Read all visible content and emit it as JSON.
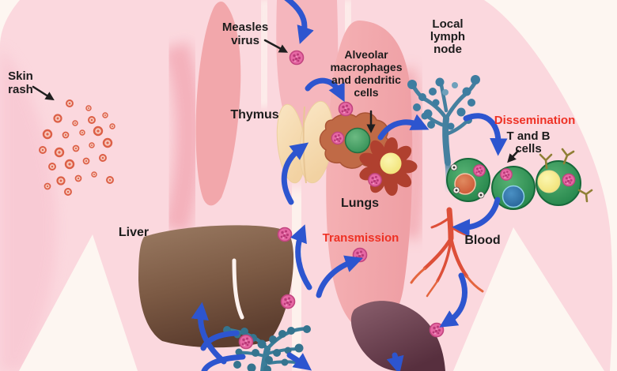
{
  "labels": {
    "skin_rash": {
      "line1": "Skin",
      "line2": "rash"
    },
    "measles_virus": {
      "line1": "Measles",
      "line2": "virus"
    },
    "thymus": "Thymus",
    "alveolar": {
      "line1": "Alveolar",
      "line2": "macrophages",
      "line3": "and dendritic",
      "line4": "cells"
    },
    "local_lymph_node": {
      "line1": "Local",
      "line2": "lymph",
      "line3": "node"
    },
    "dissemination": "Dissemination",
    "t_and_b_cells": {
      "line1": "T and B",
      "line2": "cells"
    },
    "lungs": "Lungs",
    "transmission": "Transmission",
    "liver": "Liver",
    "blood": "Blood"
  },
  "colors": {
    "background": "#fdf6f1",
    "body_pink": "#fbd8de",
    "body_shade_pink": "#f3aab6",
    "lung_salmon": "#f3a9ad",
    "trachea_pink": "#f5b6bd",
    "thymus_cream": "#f9dfb6",
    "liver_brown": "#7c5a44",
    "spleen_maroon": "#6e4150",
    "lymph_tree_blue": "#45809f",
    "blood_vessel_red": "#dd4f39",
    "cell_green": "#2f9e59",
    "cell_nucleus_orange": "#c9512f",
    "cell_nucleus_blue": "#2d6fa8",
    "cell_nucleus_yellow": "#f4e784",
    "virus_pink": "#e668a4",
    "rash_ring_red": "#dc5f46",
    "arrow_blue": "#2d55cf",
    "label_black": "#1c1c1c",
    "label_red": "#ee3124"
  }
}
